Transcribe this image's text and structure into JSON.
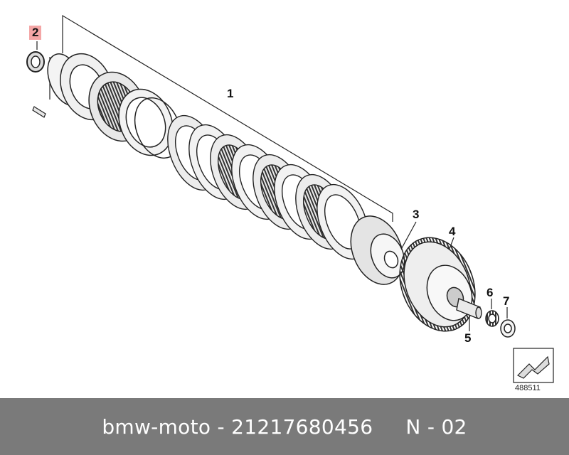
{
  "diagram": {
    "callouts": [
      {
        "label": "2",
        "highlighted": true
      },
      {
        "label": "1"
      },
      {
        "label": "3"
      },
      {
        "label": "4"
      },
      {
        "label": "5"
      },
      {
        "label": "6"
      },
      {
        "label": "7"
      }
    ],
    "reference_number": "488511"
  },
  "footer": {
    "brand": "bmw-moto",
    "separator": " - ",
    "part_number": "21217680456",
    "position": "N - 02"
  },
  "colors": {
    "highlight": "#f4a6a6",
    "footer_bg": "#7a7a7a",
    "line": "#222222"
  }
}
